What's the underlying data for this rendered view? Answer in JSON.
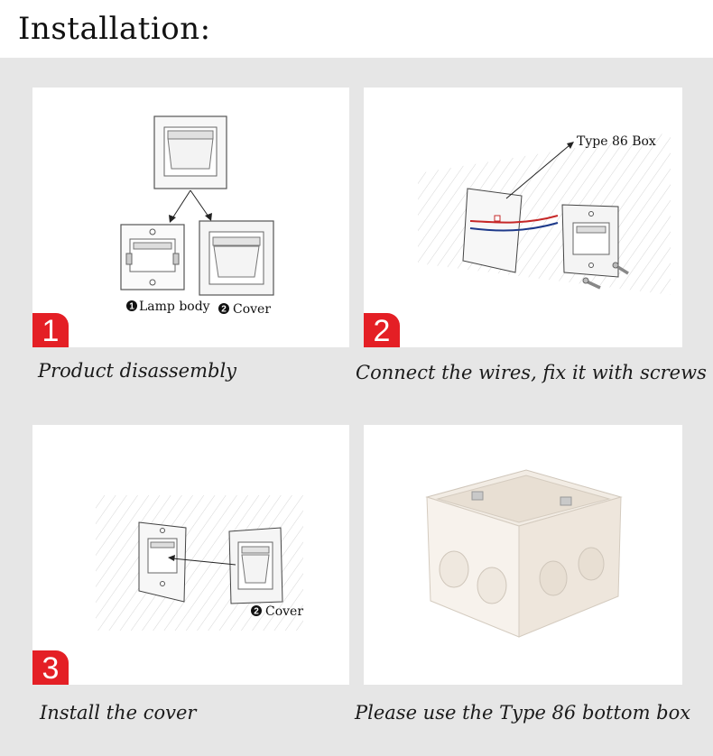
{
  "header": {
    "title": "Installation:"
  },
  "steps": [
    {
      "number": "1",
      "caption": "Product disassembly",
      "labels": {
        "num1": "1",
        "part1": "Lamp body",
        "num2": "2",
        "part2": "Cover"
      }
    },
    {
      "number": "2",
      "caption": "Connect the wires, fix it with screws",
      "labels": {
        "box": "Type 86 Box"
      }
    },
    {
      "number": "3",
      "caption": "Install the cover",
      "labels": {
        "num2": "2",
        "part2": "Cover"
      }
    },
    {
      "caption": "Please use the Type 86 bottom box"
    }
  ],
  "colors": {
    "badge": "#e41f25",
    "wire_red": "#c62828",
    "wire_blue": "#1e3a8a"
  }
}
